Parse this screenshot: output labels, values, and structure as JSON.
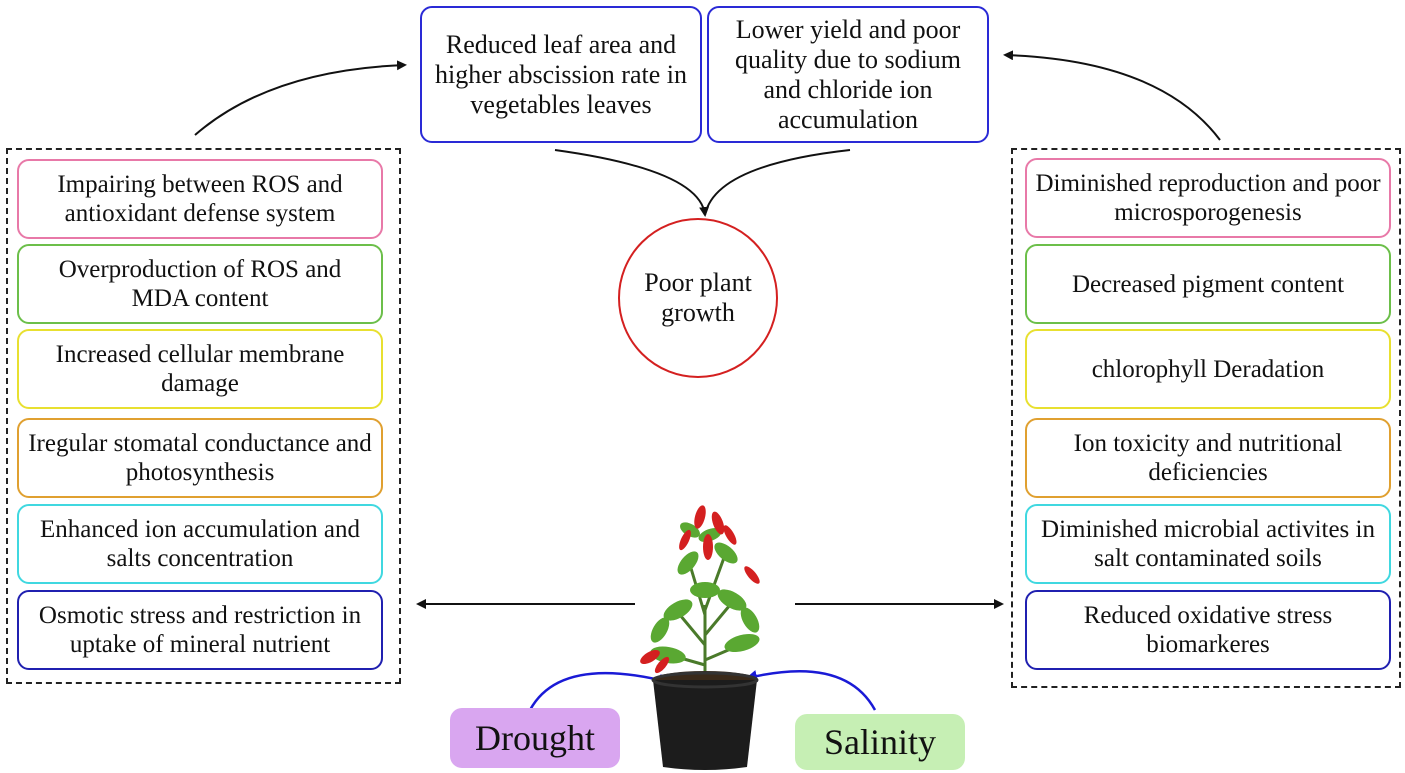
{
  "top": {
    "left_box": "Reduced leaf area and higher abscission rate in vegetables leaves",
    "right_box": "Lower yield and poor quality due to sodium and chloride ion accumulation"
  },
  "center": {
    "label": "Poor plant growth"
  },
  "left_effects": [
    {
      "text": "Impairing between ROS and antioxidant defense system",
      "color": "#e879a8"
    },
    {
      "text": "Overproduction of ROS and MDA content",
      "color": "#6cbf4a"
    },
    {
      "text": "Increased cellular membrane damage",
      "color": "#e8e030"
    },
    {
      "text": "Iregular stomatal conductance and photosynthesis",
      "color": "#e0a030"
    },
    {
      "text": "Enhanced ion accumulation and salts concentration",
      "color": "#40d8e0"
    },
    {
      "text": "Osmotic stress and restriction in uptake of mineral nutrient",
      "color": "#2020b0"
    }
  ],
  "right_effects": [
    {
      "text": "Diminished reproduction and poor microsporogenesis",
      "color": "#e879a8"
    },
    {
      "text": "Decreased pigment content",
      "color": "#6cbf4a"
    },
    {
      "text": "chlorophyll Deradation",
      "color": "#e8e030"
    },
    {
      "text": "Ion toxicity and nutritional deficiencies",
      "color": "#e0a030"
    },
    {
      "text": "Diminished microbial activites in salt contaminated soils",
      "color": "#40d8e0"
    },
    {
      "text": "Reduced oxidative stress biomarkeres",
      "color": "#2020b0"
    }
  ],
  "stresses": {
    "drought": {
      "label": "Drought",
      "color": "#d9a6f0"
    },
    "salinity": {
      "label": "Salinity",
      "color": "#c6efb4"
    }
  },
  "colors": {
    "arrow": "#111111",
    "stress_arrow": "#1a1ad6",
    "circle": "#d42020",
    "top_border": "#2a2ad6"
  }
}
